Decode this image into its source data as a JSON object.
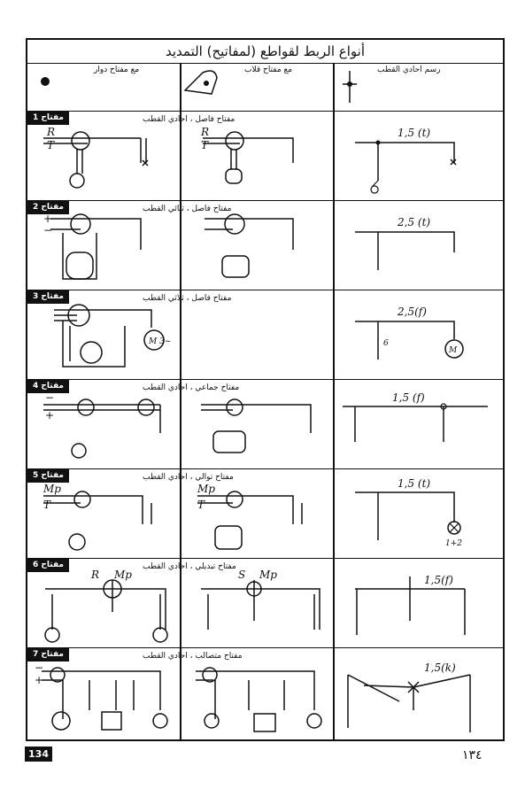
{
  "page": {
    "title": "أنواع الربط لقواطع (لمفاتيح) التمديد",
    "page_number_latin": "134",
    "page_number_arabic": "١٣٤"
  },
  "columns": {
    "rotary": "مع مفتاح دوار",
    "toggle": "مع مفتاح قلاب",
    "single_line": "رسم احادي القطب"
  },
  "rows": [
    {
      "tag": "مفتاح 1",
      "caption": "مفتاح فاصل ، احادي القطب",
      "label_a": "R",
      "label_b": "T",
      "line_rating": "1,5 (t)"
    },
    {
      "tag": "مفتاح 2",
      "caption": "مفتاح فاصل ، ثنائي القطب",
      "label_a": "+",
      "label_b": "−",
      "line_rating": "2,5 (t)"
    },
    {
      "tag": "مفتاح 3",
      "caption": "مفتاح فاصل ، ثلاثي القطب",
      "motor": "M 3~",
      "line_rating": "2,5(f)",
      "conductor_count": "6"
    },
    {
      "tag": "مفتاح 4",
      "caption": "مفتاح جماعي ، احادي القطب",
      "label_a": "−",
      "label_b": "+",
      "line_rating": "1,5 (f)"
    },
    {
      "tag": "مفتاح 5",
      "caption": "مفتاح توالي ، احادي القطب",
      "label_a": "Mp",
      "label_b": "T",
      "line_rating": "1,5 (t)",
      "lamp_label": "1+2"
    },
    {
      "tag": "مفتاح 6",
      "caption": "مفتاح تبديلي ، احادي القطب",
      "label_a": "R",
      "label_b": "Mp",
      "label_c": "S",
      "line_rating": "1,5(f)"
    },
    {
      "tag": "مفتاح 7",
      "caption": "مفتاح متصالب ، احادي القطب",
      "label_a": "−",
      "label_b": "+",
      "line_rating": "1,5(k)"
    }
  ]
}
